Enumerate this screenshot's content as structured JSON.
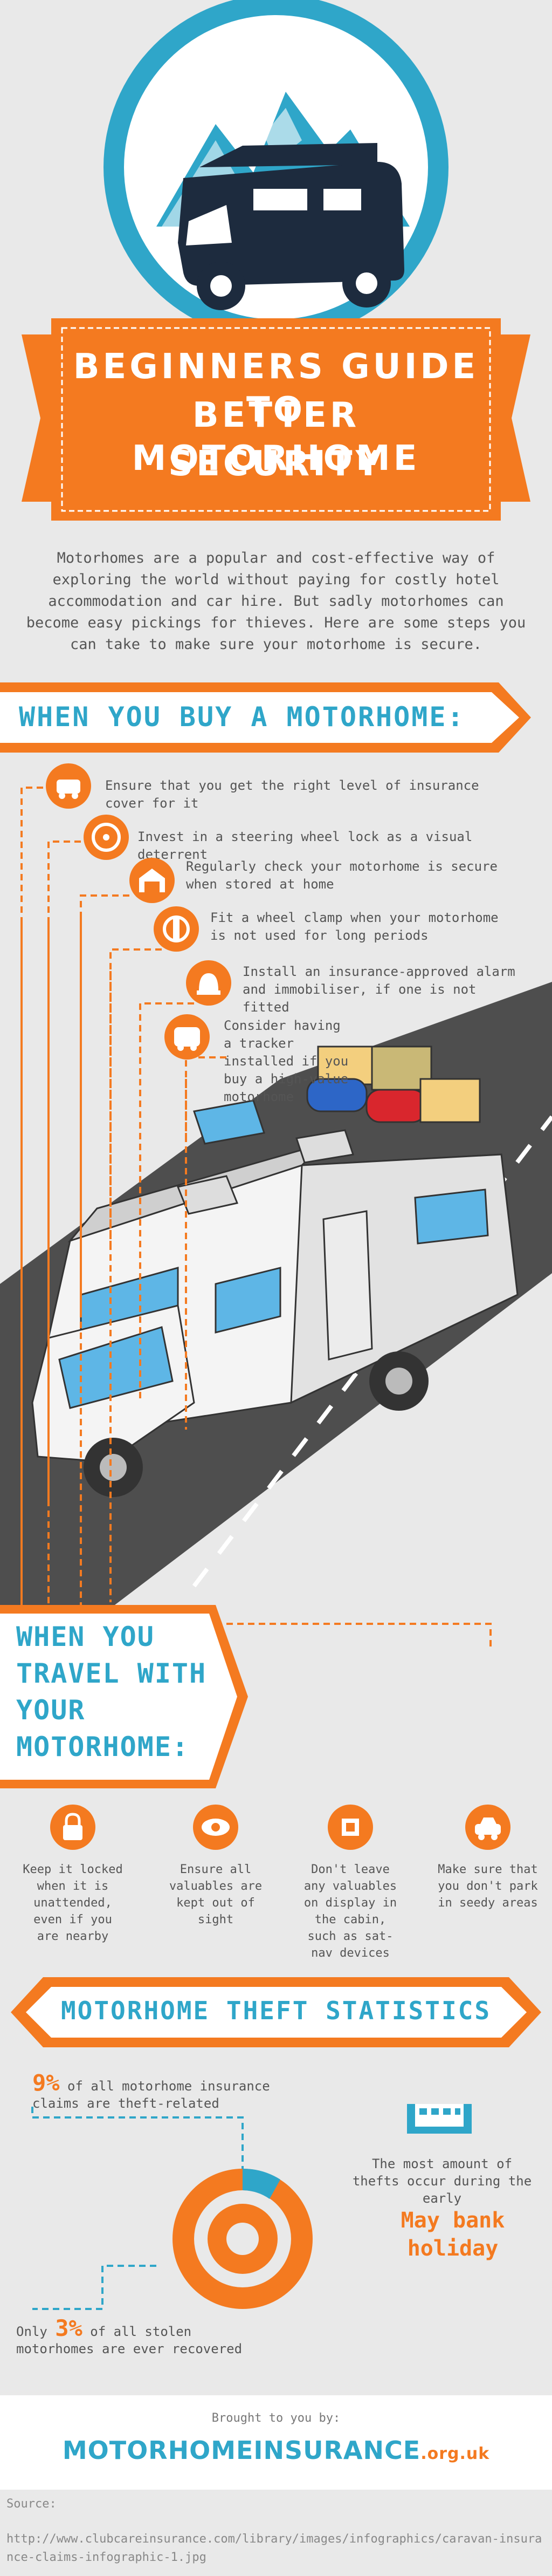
{
  "header": {
    "title_lines": [
      "BEGINNERS GUIDE TO",
      "BETTER MOTORHOME",
      "SECURITY"
    ],
    "intro": "Motorhomes are a popular and cost-effective way of exploring the world without paying for costly hotel accommodation and car hire. But sadly motorhomes can become easy pickings for thieves. Here are some steps you can take to make sure your motorhome is secure."
  },
  "buy_section": {
    "heading": "WHEN YOU BUY A MOTORHOME:",
    "tips": [
      {
        "icon": "insurance-car-icon",
        "text": "Ensure that you get the right level of insurance cover for it"
      },
      {
        "icon": "steering-wheel-icon",
        "text": "Invest in a steering wheel lock as a visual deterrent"
      },
      {
        "icon": "garage-icon",
        "text": "Regularly check your motorhome is secure when stored at home"
      },
      {
        "icon": "wheel-clamp-icon",
        "text": "Fit a wheel clamp when your motorhome is not used for long periods"
      },
      {
        "icon": "alarm-icon",
        "text": "Install an insurance-approved alarm and immobiliser, if one is not fitted"
      },
      {
        "icon": "tracker-icon",
        "text": "Consider having a tracker installed if you buy a high-value motorhome"
      }
    ]
  },
  "travel_section": {
    "heading_lines": [
      "WHEN YOU",
      "TRAVEL WITH",
      "YOUR",
      "MOTORHOME:"
    ],
    "items": [
      {
        "icon": "lock-icon",
        "text": "Keep it locked when it is unattended, even if you are nearby"
      },
      {
        "icon": "eye-icon",
        "text": "Ensure all valuables are kept out of sight"
      },
      {
        "icon": "chip-icon",
        "text": "Don't leave any valuables on display in the cabin, such as sat-nav devices"
      },
      {
        "icon": "car-icon",
        "text": "Make sure that you don't park in seedy areas"
      }
    ]
  },
  "stats_section": {
    "heading": "MOTORHOME THEFT STATISTICS",
    "stat1_value": "9%",
    "stat1_text": " of all motorhome insurance claims are theft-related",
    "stat2_prefix": "Only ",
    "stat2_value": "3%",
    "stat2_text": " of all stolen motorhomes are ever recovered",
    "calendar_text": "The most amount of thefts occur during the early",
    "holiday": "May bank holiday"
  },
  "footer": {
    "brought": "Brought to you by:",
    "brand_main": "MOTORHOMEINSURANCE",
    "brand_suffix": ".org.uk",
    "source_label": "Source:",
    "source_url": "http://www.clubcareinsurance.com/library/images/infographics/caravan-insurance-claims-infographic-1.jpg"
  },
  "colors": {
    "orange": "#f47a20",
    "blue": "#2fa6c9",
    "navy": "#1d2b3e",
    "road": "#4e4e4e",
    "background": "#e9e9e9"
  }
}
